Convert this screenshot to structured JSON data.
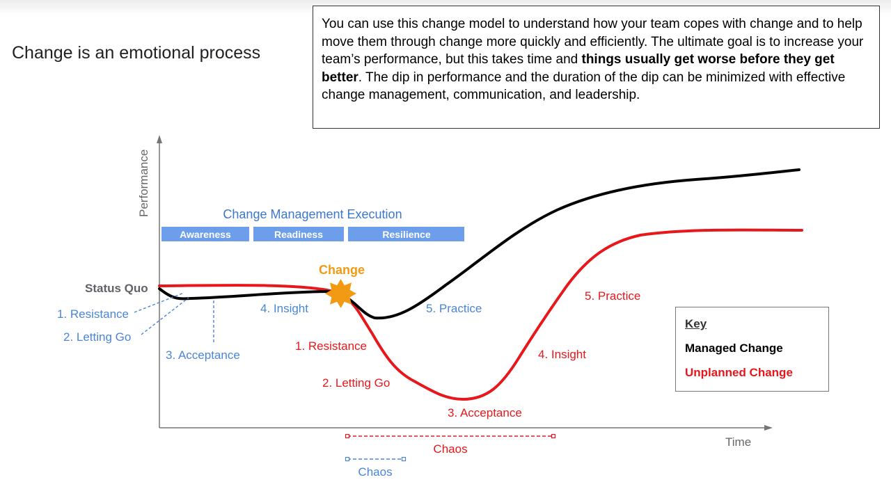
{
  "title": "Change is an emotional process",
  "callout": {
    "text_before": "You can use this change model to understand how your team copes with change and to help move them through change more quickly and efficiently. The ultimate goal is to increase your team’s performance, but this takes time and ",
    "bold": "things usually get worse before they get better",
    "text_after": ". The dip in performance and the duration of the dip can be minimized with effective change management, communication, and leadership."
  },
  "axes": {
    "y_label": "Performance",
    "x_label": "Time"
  },
  "execution": {
    "title": "Change Management Execution",
    "phases": [
      "Awareness",
      "Readiness",
      "Resilience"
    ]
  },
  "markers": {
    "status_quo": "Status Quo",
    "change": "Change"
  },
  "managed_stages": {
    "resistance": "1. Resistance",
    "letting_go": "2. Letting Go",
    "acceptance": "3. Acceptance",
    "insight": "4. Insight",
    "practice": "5. Practice"
  },
  "unplanned_stages": {
    "resistance": "1. Resistance",
    "letting_go": "2. Letting Go",
    "acceptance": "3. Acceptance",
    "insight": "4. Insight",
    "practice": "5. Practice"
  },
  "chaos": {
    "unplanned": "Chaos",
    "managed": "Chaos"
  },
  "key": {
    "title": "Key",
    "managed": "Managed Change",
    "unplanned": "Unplanned Change"
  },
  "colors": {
    "managed": "#000000",
    "unplanned": "#e8171c",
    "blue_label": "#4a86d4",
    "execution_bar": "#6d9eeb",
    "change_star": "#f29a14",
    "axis": "#757575"
  }
}
